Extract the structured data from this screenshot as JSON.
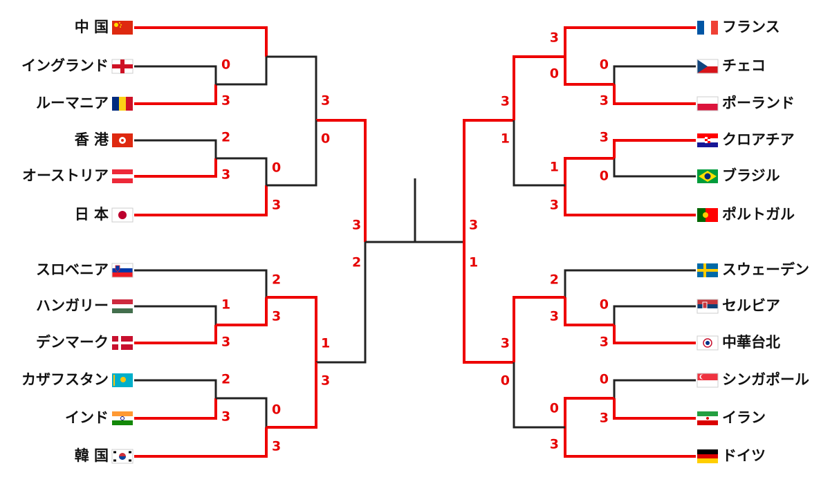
{
  "colors": {
    "winner": "#ee0000",
    "loser": "#222222",
    "score": "#e60000"
  },
  "left_teams": [
    {
      "name": "中 国",
      "flag": "china"
    },
    {
      "name": "イングランド",
      "flag": "england"
    },
    {
      "name": "ルーマニア",
      "flag": "romania"
    },
    {
      "name": "香 港",
      "flag": "hongkong"
    },
    {
      "name": "オーストリア",
      "flag": "austria"
    },
    {
      "name": "日 本",
      "flag": "japan"
    },
    {
      "name": "スロベニア",
      "flag": "slovenia"
    },
    {
      "name": "ハンガリー",
      "flag": "hungary"
    },
    {
      "name": "デンマーク",
      "flag": "denmark"
    },
    {
      "name": "カザフスタン",
      "flag": "kazakhstan"
    },
    {
      "name": "インド",
      "flag": "india"
    },
    {
      "name": "韓 国",
      "flag": "korea"
    }
  ],
  "right_teams": [
    {
      "name": "フランス",
      "flag": "france"
    },
    {
      "name": "チェコ",
      "flag": "czech"
    },
    {
      "name": "ポーランド",
      "flag": "poland"
    },
    {
      "name": "クロアチア",
      "flag": "croatia"
    },
    {
      "name": "ブラジル",
      "flag": "brazil"
    },
    {
      "name": "ポルトガル",
      "flag": "portugal"
    },
    {
      "name": "スウェーデン",
      "flag": "sweden"
    },
    {
      "name": "セルビア",
      "flag": "serbia"
    },
    {
      "name": "中華台北",
      "flag": "chinese-taipei"
    },
    {
      "name": "シンガポール",
      "flag": "singapore"
    },
    {
      "name": "イラン",
      "flag": "iran"
    },
    {
      "name": "ドイツ",
      "flag": "germany"
    }
  ],
  "scores": {
    "L_r1_eng": "0",
    "L_r1_rou": "3",
    "L_r1_hk": "2",
    "L_r1_aut": "3",
    "L_r1_hun": "1",
    "L_r1_den": "3",
    "L_r1_kaz": "2",
    "L_r1_ind": "3",
    "L_r2_aut": "0",
    "L_r2_jpn": "3",
    "L_r2_slo": "2",
    "L_r2_den": "3",
    "L_r2_ind": "0",
    "L_r2_kor": "3",
    "L_qf_chn": "3",
    "L_qf_jpn": "0",
    "L_qf_den": "1",
    "L_qf_kor": "3",
    "L_sf_top": "3",
    "L_sf_bot": "2",
    "R_r1_cze": "0",
    "R_r1_pol": "3",
    "R_r1_cro": "3",
    "R_r1_bra": "0",
    "R_r1_srb": "0",
    "R_r1_tpe": "3",
    "R_r1_sgp": "0",
    "R_r1_irn": "3",
    "R_r2_fra": "3",
    "R_r2_pol": "0",
    "R_r2_cro": "1",
    "R_r2_por": "3",
    "R_r2_swe": "2",
    "R_r2_tpe": "3",
    "R_r2_irn": "0",
    "R_r2_ger": "3",
    "R_qf_fra": "3",
    "R_qf_por": "1",
    "R_qf_tpe": "3",
    "R_qf_ger": "0",
    "R_sf_top": "3",
    "R_sf_bot": "1"
  }
}
